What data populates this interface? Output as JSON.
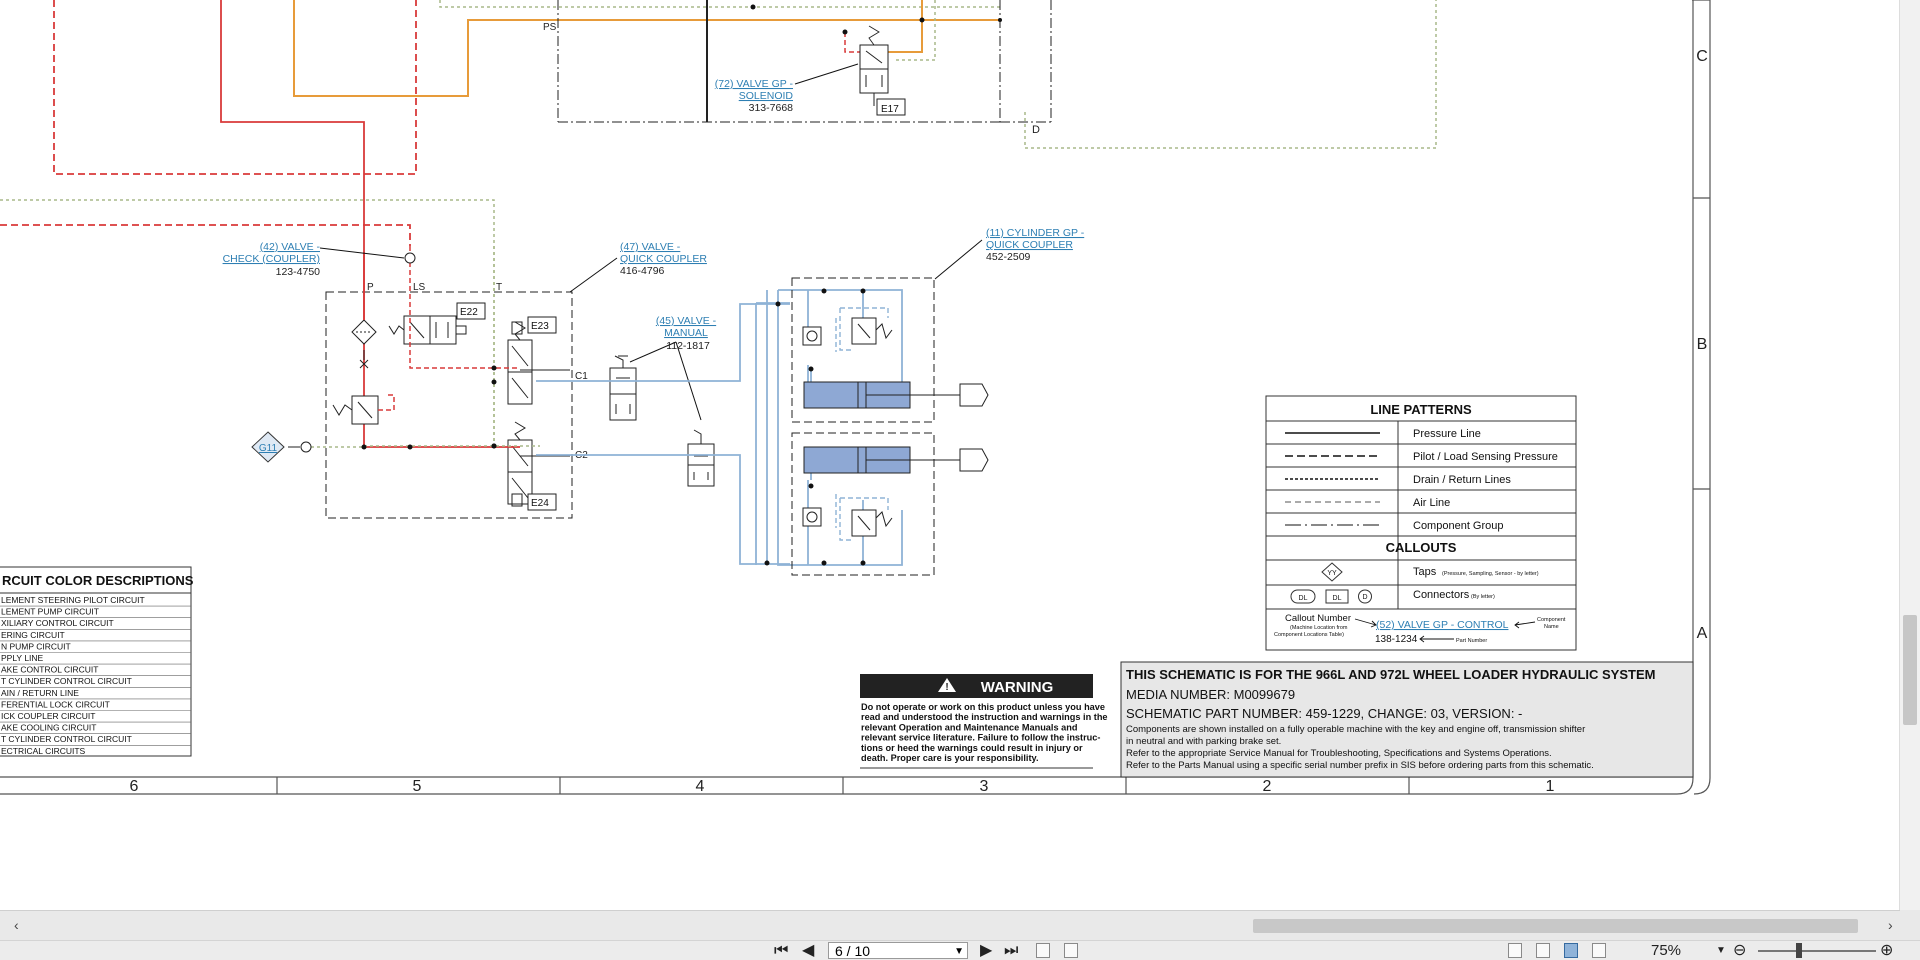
{
  "schematic": {
    "grid_rows": [
      "C",
      "B",
      "A"
    ],
    "grid_columns": [
      "6",
      "5",
      "4",
      "3",
      "2",
      "1"
    ],
    "zone_letter_d": "D",
    "components": {
      "valve_solenoid": {
        "ref": "(72) VALVE GP -",
        "line2": "SOLENOID",
        "part": "313-7668",
        "tag": "E17",
        "port": "PS"
      },
      "valve_check": {
        "ref": "(42) VALVE -",
        "line2": "CHECK (COUPLER)",
        "part": "123-4750"
      },
      "valve_quick_coupler": {
        "ref": "(47) VALVE -",
        "line2": "QUICK COUPLER",
        "part": "416-4796"
      },
      "valve_manual": {
        "ref": "(45) VALVE -",
        "line2": "MANUAL",
        "part": "112-1817"
      },
      "cylinder_gp": {
        "ref": "(11) CYLINDER GP -",
        "line2": "QUICK COUPLER",
        "part": "452-2509"
      }
    },
    "ports": {
      "p": "P",
      "ls": "LS",
      "t": "T",
      "c1": "C1",
      "c2": "C2"
    },
    "tags": {
      "e22": "E22",
      "e23": "E23",
      "e24": "E24",
      "g11": "G11"
    },
    "circuit_colors": {
      "title": "RCUIT COLOR DESCRIPTIONS",
      "rows": [
        "LEMENT STEERING PILOT CIRCUIT",
        "LEMENT PUMP CIRCUIT",
        "XILIARY CONTROL CIRCUIT",
        "ERING CIRCUIT",
        "N PUMP CIRCUIT",
        "PPLY LINE",
        "AKE CONTROL CIRCUIT",
        "T CYLINDER CONTROL CIRCUIT",
        "AIN / RETURN LINE",
        "FERENTIAL LOCK CIRCUIT",
        "ICK COUPLER CIRCUIT",
        "AKE COOLING CIRCUIT",
        "T CYLINDER CONTROL CIRCUIT",
        "ECTRICAL CIRCUITS"
      ]
    },
    "line_patterns": {
      "title": "LINE PATTERNS",
      "rows": [
        "Pressure Line",
        "Pilot / Load Sensing Pressure",
        "Drain / Return Lines",
        "Air Line",
        "Component Group"
      ],
      "callouts_title": "CALLOUTS",
      "taps_label": "Taps",
      "taps_note": "(Pressure, Sampling, Sensor - by letter)",
      "tap_symbol": "YY",
      "connectors_label": "Connectors",
      "connectors_note": "(By letter)",
      "connector_symbols": [
        "DL",
        "DL",
        "D"
      ],
      "callout_number": "Callout Number",
      "callout_note1": "(Machine Location from",
      "callout_note2": "Component Locations Table)",
      "callout_example": "(52) VALVE GP - CONTROL",
      "callout_part": "138-1234",
      "component_name1": "Component",
      "component_name2": "Name",
      "part_number": "Part Number"
    },
    "warning": {
      "title": "WARNING",
      "lines": [
        "Do not operate or work on this product unless you have",
        "read and understood the instruction and warnings in the",
        "relevant Operation and Maintenance Manuals and",
        "relevant service literature. Failure to follow the instruc-",
        "tions or heed the warnings could result in injury or",
        "death. Proper care is your responsibility."
      ]
    },
    "title_block": {
      "title": "THIS SCHEMATIC IS FOR THE 966L AND 972L WHEEL LOADER HYDRAULIC SYSTEM",
      "media": "MEDIA NUMBER: M0099679",
      "part": "SCHEMATIC PART NUMBER: 459-1229, CHANGE: 03, VERSION: -",
      "notes": [
        "Components are shown installed on a fully operable machine with the key and engine off, transmission shifter",
        "in neutral and with parking brake set.",
        "Refer to the appropriate Service Manual for Troubleshooting, Specifications and Systems Operations.",
        "Refer to the Parts Manual using a specific serial number prefix in SIS before ordering parts from this schematic."
      ]
    }
  },
  "toolbar": {
    "page_value": "6 / 10",
    "zoom": "75%"
  },
  "colors": {
    "pilot_red": "#d93a3a",
    "supply_orange": "#e79b3a",
    "return_green": "#a9b98a",
    "coupler_blue": "#8fb3d6",
    "cylinder_fill": "#8ea8d4",
    "link": "#2e7fb3"
  }
}
